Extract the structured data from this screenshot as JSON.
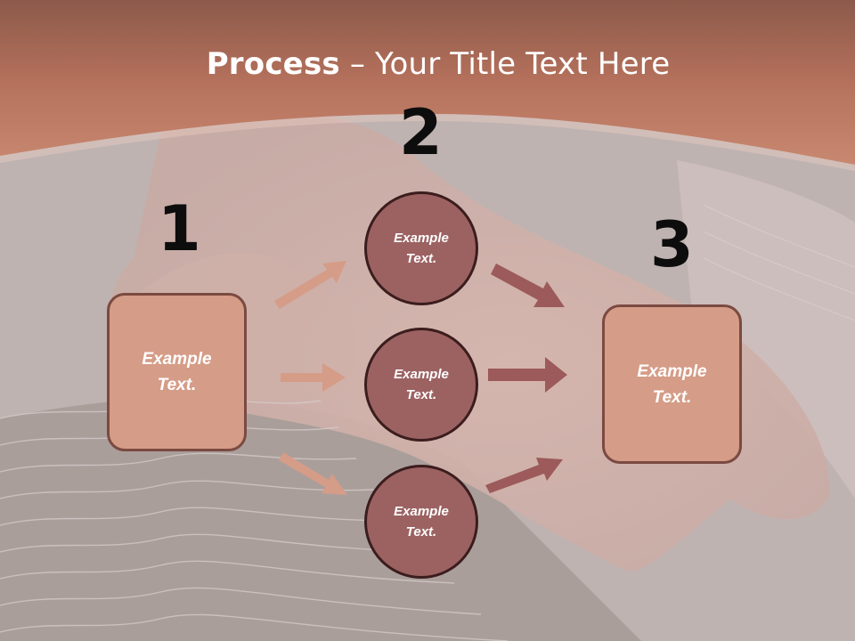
{
  "slide": {
    "title_bold": "Process",
    "title_rest": " – Your Title Text Here"
  },
  "steps": [
    {
      "number": "1",
      "text": "Example Text."
    },
    {
      "number": "2",
      "text": ""
    },
    {
      "number": "3",
      "text": "Example Text."
    }
  ],
  "middle_items": [
    {
      "text": "Example Text."
    },
    {
      "text": "Example Text."
    },
    {
      "text": "Example Text."
    }
  ],
  "colors": {
    "header_band": "#b5715c",
    "box_fill": "#d59c87",
    "box_border": "#7b4a41",
    "circle_fill": "#9c6262",
    "circle_border": "#3b1d1d",
    "arrow_left": "#d59c87",
    "arrow_right": "#9c5a5a"
  }
}
